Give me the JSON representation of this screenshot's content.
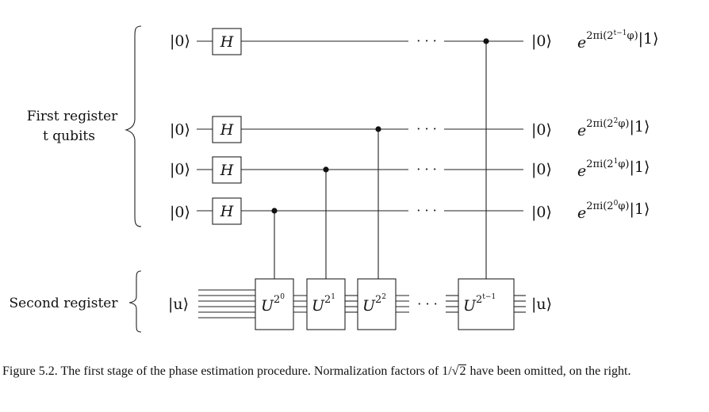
{
  "labels": {
    "first_register_line1": "First register",
    "first_register_line2": "t qubits",
    "second_register": "Second register"
  },
  "ket_zero": "|0⟩",
  "ket_u": "|u⟩",
  "hadamard": "H",
  "dots": "· · ·",
  "rows": [
    {
      "exponent": "t−1"
    },
    {
      "exponent": "2"
    },
    {
      "exponent": "1"
    },
    {
      "exponent": "0"
    }
  ],
  "outputs": {
    "base": "e",
    "prefix": "2πi(2",
    "suffix": "φ)",
    "ket_one": "|1⟩"
  },
  "gates": [
    {
      "base": "U",
      "power_base": "2",
      "exponent": "0"
    },
    {
      "base": "U",
      "power_base": "2",
      "exponent": "1"
    },
    {
      "base": "U",
      "power_base": "2",
      "exponent": "2"
    },
    {
      "base": "U",
      "power_base": "2",
      "exponent": "t−1"
    }
  ],
  "caption": {
    "text_before": "Figure 5.2. The first stage of the phase estimation procedure. Normalization factors of 1/",
    "sqrt_symbol": "√",
    "sqrt_arg": "2",
    "text_after": " have been omitted, on the right."
  }
}
